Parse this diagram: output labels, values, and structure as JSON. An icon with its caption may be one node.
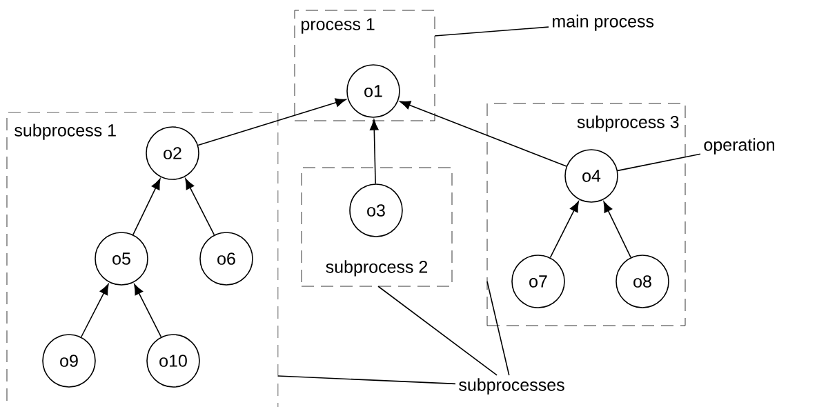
{
  "diagram": {
    "nodes": [
      {
        "text": [
          "process 1"
        ]
      },
      {
        "text": [
          "o1"
        ],
        "in": 0
      },
      {
        "text": [
          "main process"
        ]
      },
      {
        "text": [
          "subprocess 1"
        ]
      },
      {
        "text": [
          "o2"
        ],
        "in": 3
      },
      {
        "text": [
          "o5"
        ],
        "in": 3
      },
      {
        "text": [
          "o6"
        ],
        "in": 3
      },
      {
        "text": [
          "o9"
        ],
        "in": 3
      },
      {
        "text": [
          "o10"
        ],
        "in": 3
      },
      {
        "text": [
          "subprocess 2"
        ]
      },
      {
        "text": [
          "o3"
        ],
        "in": 9
      },
      {
        "text": [
          "subprocess 3"
        ]
      },
      {
        "text": [
          "o4"
        ],
        "in": 11
      },
      {
        "text": [
          "o7"
        ],
        "in": 11
      },
      {
        "text": [
          "o8"
        ],
        "in": 11
      },
      {
        "text": [
          "operation"
        ]
      },
      {
        "text": [
          "subprocesses"
        ]
      }
    ],
    "edges": [
      {
        "from": 4,
        "to": 1,
        "arrow": "to"
      },
      {
        "from": 10,
        "to": 1,
        "arrow": "to"
      },
      {
        "from": 12,
        "to": 1,
        "arrow": "to"
      },
      {
        "from": 5,
        "to": 4,
        "arrow": "to"
      },
      {
        "from": 6,
        "to": 4,
        "arrow": "to"
      },
      {
        "from": 7,
        "to": 5,
        "arrow": "to"
      },
      {
        "from": 8,
        "to": 5,
        "arrow": "to"
      },
      {
        "from": 13,
        "to": 12,
        "arrow": "to"
      },
      {
        "from": 14,
        "to": 12,
        "arrow": "to"
      },
      {
        "from": 2,
        "to": 0,
        "arrow": "none"
      },
      {
        "from": 15,
        "to": 12,
        "arrow": "none"
      },
      {
        "from": 16,
        "to": 3,
        "arrow": "none"
      },
      {
        "from": 16,
        "to": 9,
        "arrow": "none"
      },
      {
        "from": 16,
        "to": 11,
        "arrow": "none"
      }
    ]
  }
}
